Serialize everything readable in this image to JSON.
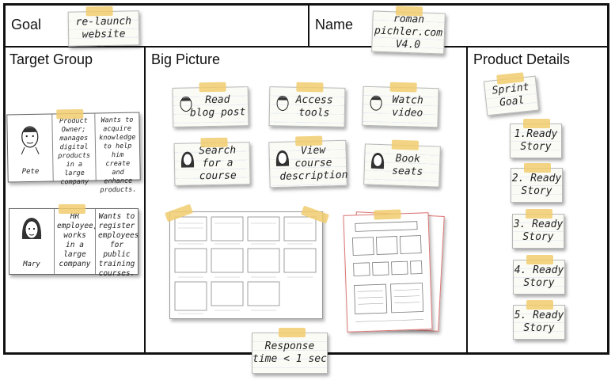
{
  "headers": {
    "goal": "Goal",
    "name": "Name",
    "target_group": "Target Group",
    "big_picture": "Big Picture",
    "product_details": "Product Details"
  },
  "notes": {
    "goal": "re-launch\nwebsite",
    "name": "roman\npichler.com\nV4.0",
    "sprint_goal": "Sprint\nGoal",
    "response": "Response\ntime < 1 sec"
  },
  "personas": [
    {
      "name": "Pete",
      "role": "Product Owner; manages digital products in a large company",
      "need": "Wants to acquire knowledge to help him create and enhance products."
    },
    {
      "name": "Mary",
      "role": "HR employee, works in a large company",
      "need": "Wants to register employees for public training courses."
    }
  ],
  "big_picture": [
    "Read\nblog post",
    "Access\ntools",
    "Watch\nvideo",
    "Search\nfor a course",
    "View\ncourse\ndescription",
    "Book\nseats"
  ],
  "stories": [
    "1.Ready\nStory",
    "2. Ready\nStory",
    "3. Ready\nStory",
    "4. Ready\nStory",
    "5. Ready\nStory"
  ],
  "colors": {
    "tape": "#f0cd6e",
    "border": "#111111"
  }
}
